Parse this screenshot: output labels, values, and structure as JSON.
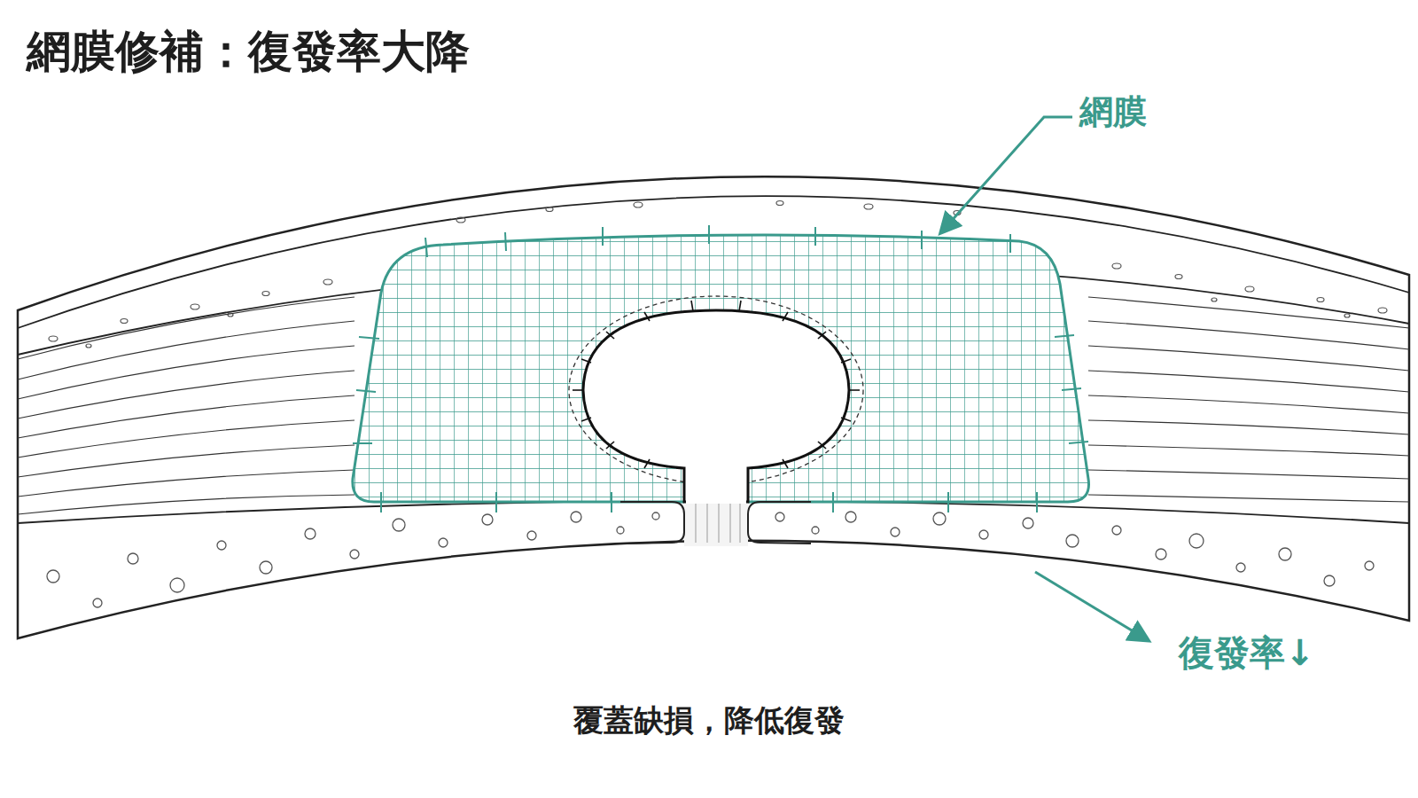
{
  "diagram": {
    "title": "網膜修補：復發率大降",
    "caption": "覆蓋缺損，降低復發",
    "labels": [
      "網膜",
      "復發率↓"
    ]
  }
}
